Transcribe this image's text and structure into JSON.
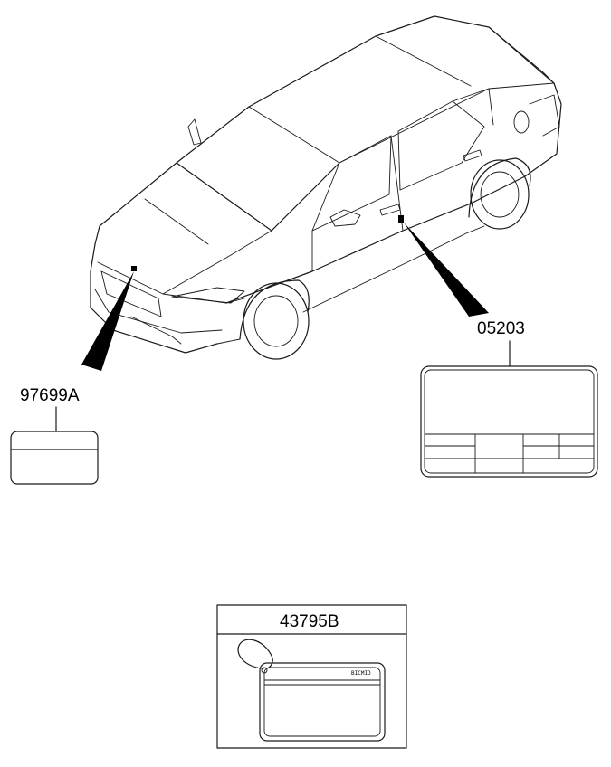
{
  "parts": [
    {
      "id": "front-label",
      "number": "97699A"
    },
    {
      "id": "door-pillar-label",
      "number": "05203"
    },
    {
      "id": "tire-tag-label",
      "number": "43795B"
    }
  ],
  "tag_barcode_text": "BICMID"
}
